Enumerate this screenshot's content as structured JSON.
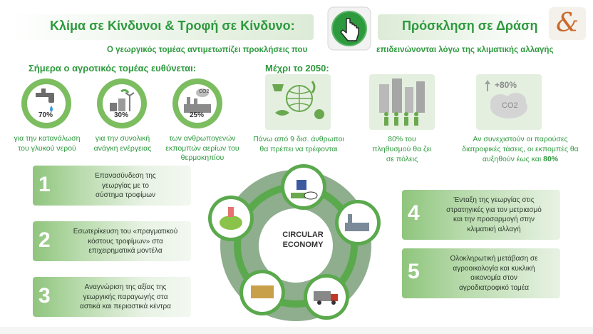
{
  "header": {
    "title_left": "Κλίμα σε Κίνδυνοι & Τροφή σε Κίνδυνο:",
    "title_right": "Πρόσκληση σε Δράση",
    "subtitle_left": "Ο γεωργικός τομέας αντιμετωπίζει προκλήσεις που",
    "subtitle_right": "επιδεινώνονται λόγω της κλιματικής αλλαγής",
    "logo_symbol": "&"
  },
  "today": {
    "heading": "Σήμερα ο αγροτικός τομέας ευθύνεται:",
    "stats": [
      {
        "percent": "70%",
        "icon": "water-tap-icon",
        "caption_l1": "για την κατανάλωση",
        "caption_l2": "του γλυκού νερού",
        "caption_l3": ""
      },
      {
        "percent": "30%",
        "icon": "energy-plant-icon",
        "caption_l1": "για την συνολική",
        "caption_l2": "ανάγκη ενέργειας",
        "caption_l3": ""
      },
      {
        "percent": "25%",
        "icon": "factory-co2-icon",
        "co2": "CO2",
        "caption_l1": "των ανθρωπογενών",
        "caption_l2": "εκπομπών αερίων του",
        "caption_l3": "θερμοκηπίου"
      }
    ]
  },
  "future": {
    "heading": "Μέχρι το 2050:",
    "items": [
      {
        "icon": "food-globe-icon",
        "caption_l1": "Πάνω από 9 δισ. άνθρωποι",
        "caption_l2": "θα πρέπει να τρέφονται",
        "caption_l3": ""
      },
      {
        "icon": "city-people-icon",
        "caption_l1": "80% του",
        "caption_l2": "πληθυσμού θα ζει",
        "caption_l3": "σε πόλεις"
      },
      {
        "icon": "co2-increase-icon",
        "badge": "+80%",
        "co2": "CO2",
        "caption_l1": "Αν συνεχιστούν οι παρούσες",
        "caption_l2": "διατροφικές τάσεις, οι εκπομπές θα",
        "caption_l3_prefix": "αυξηθούν έως και ",
        "caption_l3_bold": "80%"
      }
    ]
  },
  "actions": [
    {
      "num": "1",
      "l1": "Επανασύνδεση της",
      "l2": "γεωργίας με το",
      "l3": "σύστημα τροφίμων",
      "l4": ""
    },
    {
      "num": "2",
      "l1": "Εσωτερίκευση του «πραγματικού",
      "l2": "κόστους τροφίμων» στα",
      "l3": "επιχειρηματικά μοντέλα",
      "l4": ""
    },
    {
      "num": "3",
      "l1": "Αναγνώριση της αξίας της",
      "l2": "γεωργικής παραγωγής στα",
      "l3": "αστικά και περιαστικά κέντρα",
      "l4": ""
    },
    {
      "num": "4",
      "l1": "Ένταξη της γεωργίας στις",
      "l2": "στρατηγικές για τον μετριασμό",
      "l3": "και την προσαρμογή στην",
      "l4": "κλιματική αλλαγή"
    },
    {
      "num": "5",
      "l1": "Ολοκληρωτική μετάβαση σε",
      "l2": "αγροοικολογία και κυκλική",
      "l3": "οικονομία στον",
      "l4": "αγροδιατροφικό τομέα"
    }
  ],
  "circular": {
    "line1": "CIRCULAR",
    "line2": "ECONOMY"
  },
  "colors": {
    "primary_green": "#2e9a3e",
    "light_green": "#8fc57d",
    "pale_green": "#e4efe0",
    "accent_orange": "#c96a2c",
    "dark_text": "#2c3a2c"
  }
}
